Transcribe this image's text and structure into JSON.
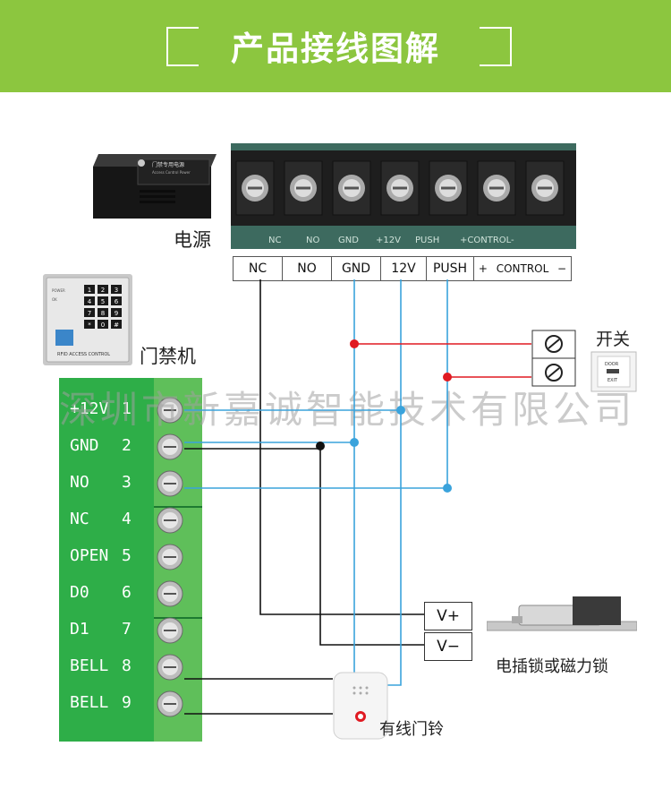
{
  "header": {
    "title": "产品接线图解"
  },
  "power_supply": {
    "label": "电源",
    "device_text": [
      "门禁专用电源",
      "Access Control Power"
    ],
    "board_labels": [
      "NC",
      "NO",
      "GND",
      "+12V",
      "PUSH",
      "+CONTROL-"
    ],
    "terminals": [
      "NC",
      "NO",
      "GND",
      "12V",
      "PUSH",
      "+",
      "CONTROL",
      "−"
    ]
  },
  "access_controller": {
    "label": "门禁机",
    "keypad_keys": [
      "1",
      "2",
      "3",
      "4",
      "5",
      "6",
      "7",
      "8",
      "9",
      "*",
      "0",
      "#"
    ],
    "caption": "RFID ACCESS CONTROL",
    "status": [
      "POWER",
      "OK"
    ]
  },
  "terminal_block": {
    "pins": [
      {
        "name": "+12V",
        "num": "1"
      },
      {
        "name": "GND",
        "num": "2"
      },
      {
        "name": "NO",
        "num": "3"
      },
      {
        "name": "NC",
        "num": "4"
      },
      {
        "name": "OPEN",
        "num": "5"
      },
      {
        "name": "D0",
        "num": "6"
      },
      {
        "name": "D1",
        "num": "7"
      },
      {
        "name": "BELL",
        "num": "8"
      },
      {
        "name": "BELL",
        "num": "9"
      }
    ]
  },
  "switch": {
    "label": "开关",
    "button_text": [
      "DOOR",
      "EXIT"
    ]
  },
  "lock": {
    "label": "电插锁或磁力锁",
    "terminals": [
      "V+",
      "V−"
    ]
  },
  "doorbell": {
    "label": "有线门铃"
  },
  "watermark": "深圳市新嘉诚智能技术有限公司",
  "colors": {
    "banner": "#8cc63f",
    "wire_blue": "#3aa3dc",
    "wire_red": "#e01a22",
    "wire_black": "#111111",
    "terminal_green": "#2eae48"
  }
}
